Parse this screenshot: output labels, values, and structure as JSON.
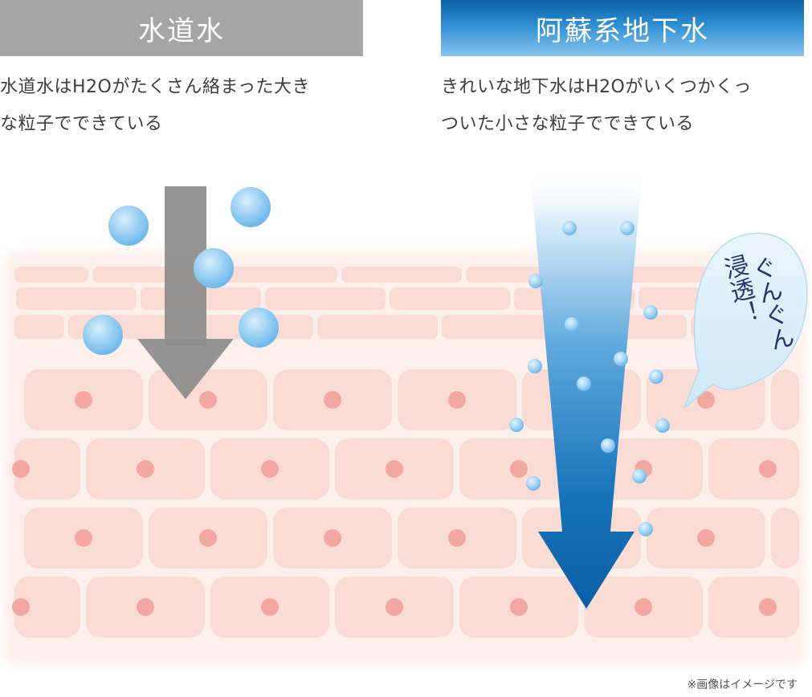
{
  "left": {
    "title": "水道水",
    "desc_line1": "水道水はH2Oがたくさん絡まった大き",
    "desc_line2": "な粒子でできている"
  },
  "right": {
    "title": "阿蘇系地下水",
    "desc_line1": "きれいな地下水はH2Oがいくつかくっ",
    "desc_line2": "ついた小さな粒子でできている"
  },
  "bubble": {
    "line1": "ぐんぐん",
    "line2": "浸透！"
  },
  "footnote": "※画像はイメージです",
  "colors": {
    "left_header": "#a5a5a5",
    "right_header_top": "#0d5fa5",
    "right_header_bottom": "#88c5f0",
    "skin_cell": "#fadcd4",
    "cell_nucleus": "#f2a8a0",
    "water_particle": "#8ec9f0",
    "gray_arrow": "#8c8c8c",
    "blue_arrow": "#0b5ea6"
  }
}
